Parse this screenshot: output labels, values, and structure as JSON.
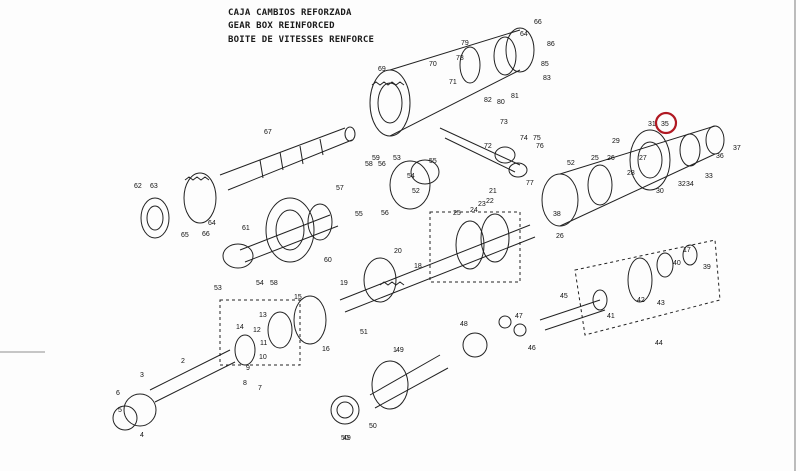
{
  "titles": [
    "CAJA CAMBIOS REFORZADA",
    "GEAR BOX REINFORCED",
    "BOITE DE VITESSES RENFORCE"
  ],
  "highlight": {
    "label": "35",
    "color": "#b01822"
  },
  "callouts": [
    {
      "t": "66"
    },
    {
      "t": "64"
    },
    {
      "t": "79"
    },
    {
      "t": "78"
    },
    {
      "t": "86"
    },
    {
      "t": "85"
    },
    {
      "t": "83"
    },
    {
      "t": "81"
    },
    {
      "t": "80"
    },
    {
      "t": "82"
    },
    {
      "t": "69"
    },
    {
      "t": "70"
    },
    {
      "t": "71"
    },
    {
      "t": "67"
    },
    {
      "t": "62"
    },
    {
      "t": "63"
    },
    {
      "t": "65"
    },
    {
      "t": "64"
    },
    {
      "t": "66"
    },
    {
      "t": "73"
    },
    {
      "t": "72"
    },
    {
      "t": "74"
    },
    {
      "t": "75"
    },
    {
      "t": "76"
    },
    {
      "t": "77"
    },
    {
      "t": "58"
    },
    {
      "t": "59"
    },
    {
      "t": "56"
    },
    {
      "t": "57"
    },
    {
      "t": "53"
    },
    {
      "t": "55"
    },
    {
      "t": "54"
    },
    {
      "t": "52"
    },
    {
      "t": "55"
    },
    {
      "t": "56"
    },
    {
      "t": "60"
    },
    {
      "t": "61"
    },
    {
      "t": "58"
    },
    {
      "t": "54"
    },
    {
      "t": "53"
    },
    {
      "t": "52"
    },
    {
      "t": "25"
    },
    {
      "t": "26"
    },
    {
      "t": "27"
    },
    {
      "t": "28"
    },
    {
      "t": "29"
    },
    {
      "t": "30"
    },
    {
      "t": "31"
    },
    {
      "t": "32"
    },
    {
      "t": "34"
    },
    {
      "t": "33"
    },
    {
      "t": "36"
    },
    {
      "t": "37"
    },
    {
      "t": "38"
    },
    {
      "t": "26"
    },
    {
      "t": "25"
    },
    {
      "t": "23"
    },
    {
      "t": "24"
    },
    {
      "t": "22"
    },
    {
      "t": "21"
    },
    {
      "t": "20"
    },
    {
      "t": "18"
    },
    {
      "t": "19"
    },
    {
      "t": "17"
    },
    {
      "t": "40"
    },
    {
      "t": "39"
    },
    {
      "t": "41"
    },
    {
      "t": "42"
    },
    {
      "t": "43"
    },
    {
      "t": "44"
    },
    {
      "t": "45"
    },
    {
      "t": "46"
    },
    {
      "t": "47"
    },
    {
      "t": "48"
    },
    {
      "t": "49"
    },
    {
      "t": "50"
    },
    {
      "t": "51"
    },
    {
      "t": "16"
    },
    {
      "t": "15"
    },
    {
      "t": "14"
    },
    {
      "t": "13"
    },
    {
      "t": "12"
    },
    {
      "t": "11"
    },
    {
      "t": "10"
    },
    {
      "t": "9"
    },
    {
      "t": "8"
    },
    {
      "t": "7"
    },
    {
      "t": "6"
    },
    {
      "t": "5"
    },
    {
      "t": "4"
    },
    {
      "t": "3"
    },
    {
      "t": "2"
    },
    {
      "t": "1"
    },
    {
      "t": "50"
    },
    {
      "t": "49"
    },
    {
      "t": "51"
    }
  ]
}
